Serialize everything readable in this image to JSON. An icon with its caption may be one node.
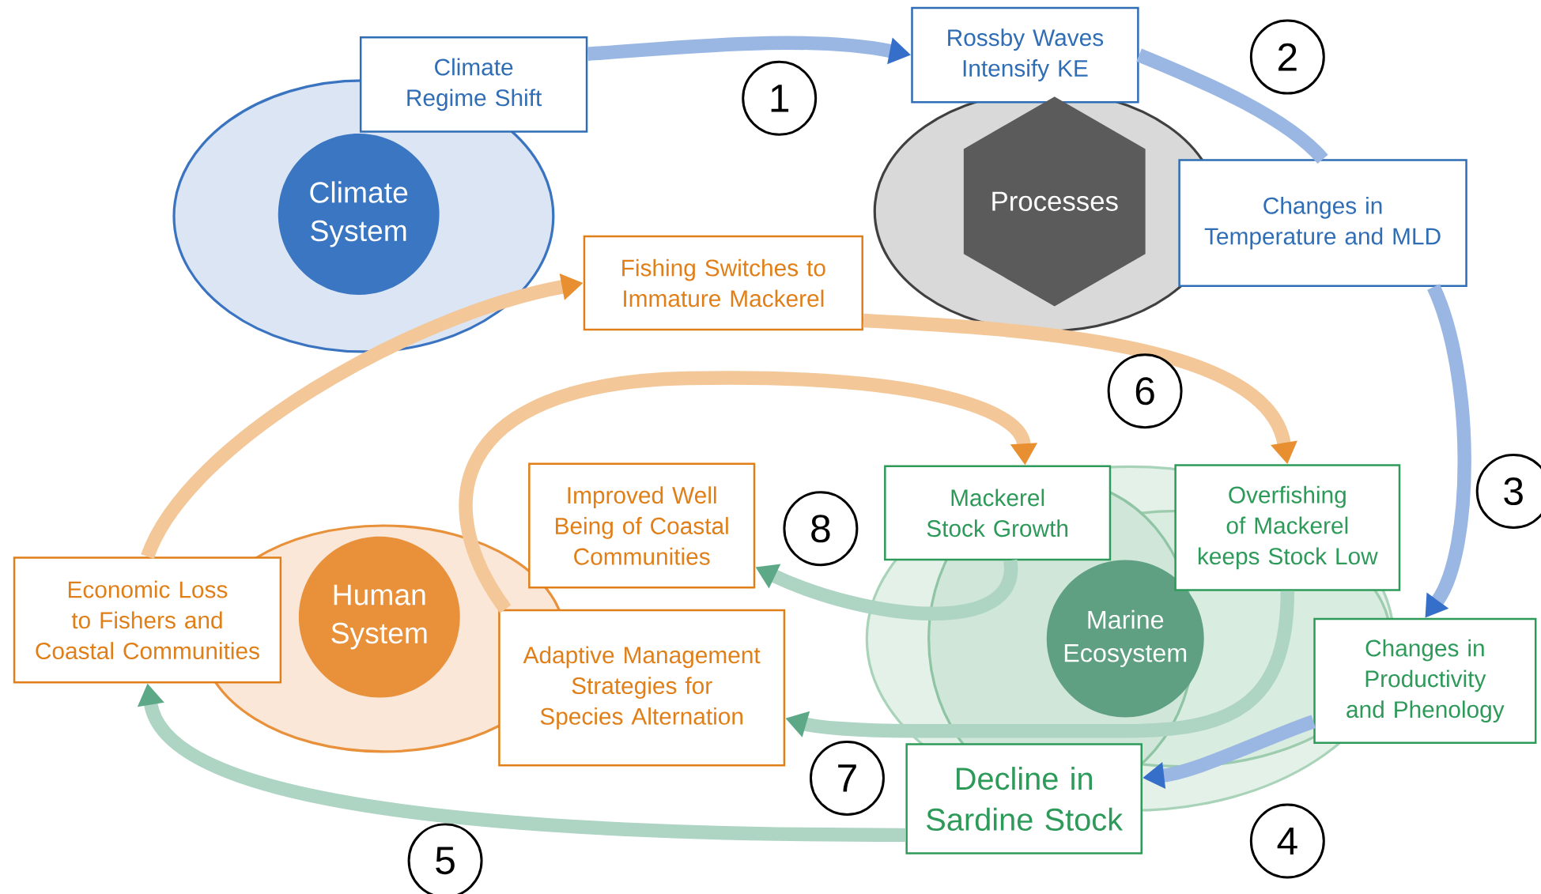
{
  "diagram": {
    "nodes": [
      {
        "text": [
          "Climate System"
        ]
      },
      {
        "text": [
          "Climate Regime Shift"
        ]
      },
      {
        "text": [
          "Rossby Waves Intensify KE"
        ]
      },
      {
        "text": [
          "Processes"
        ]
      },
      {
        "text": [
          "Changes in Temperature and MLD"
        ]
      },
      {
        "text": [
          "Changes in Productivity and Phenology"
        ]
      },
      {
        "text": [
          "Decline in Sardine Stock"
        ]
      },
      {
        "text": [
          "Marine Ecosystem"
        ]
      },
      {
        "text": [
          "Mackerel Stock Growth"
        ]
      },
      {
        "text": [
          "Overfishing of Mackerel keeps Stock Low"
        ]
      },
      {
        "text": [
          "Human System"
        ]
      },
      {
        "text": [
          "Economic Loss to Fishers and Coastal Communities"
        ]
      },
      {
        "text": [
          "Adaptive Management Strategies for Species Alternation"
        ]
      },
      {
        "text": [
          "Improved Well Being of Coastal Communities"
        ]
      },
      {
        "text": [
          "Fishing Switches to Immature Mackerel"
        ]
      }
    ],
    "edges": [
      {
        "from": 1,
        "to": 2,
        "arrow": "to",
        "color": "#9ab7e4"
      },
      {
        "from": 2,
        "to": 4,
        "arrow": "none",
        "color": "#9ab7e4"
      },
      {
        "from": 4,
        "to": 5,
        "arrow": "to",
        "color": "#9ab7e4"
      },
      {
        "from": 5,
        "to": 6,
        "arrow": "to",
        "color": "#9ab7e4"
      },
      {
        "from": 6,
        "to": 11,
        "arrow": "to",
        "color": "#aed4c3"
      },
      {
        "from": 11,
        "to": 14,
        "arrow": "to",
        "color": "#f3c798"
      },
      {
        "from": 14,
        "to": 9,
        "arrow": "to",
        "color": "#f3c798"
      },
      {
        "from": 9,
        "to": 12,
        "arrow": "to",
        "color": "#aed4c3"
      },
      {
        "from": 12,
        "to": 8,
        "arrow": "to",
        "color": "#f3c798"
      },
      {
        "from": 8,
        "to": 13,
        "arrow": "to",
        "color": "#aed4c3"
      }
    ],
    "labels": [
      "1",
      "2",
      "3",
      "4",
      "5",
      "6",
      "7",
      "8"
    ]
  }
}
